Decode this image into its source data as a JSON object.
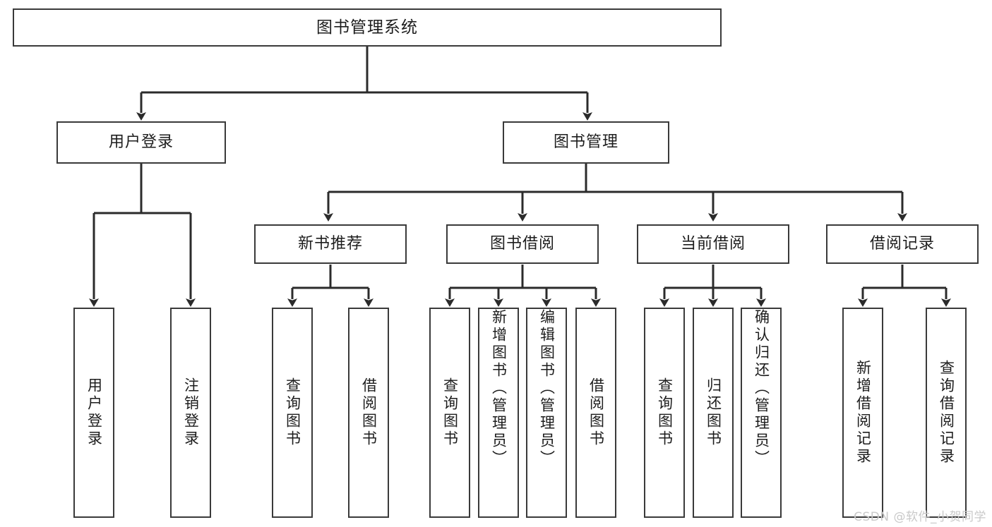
{
  "diagram": {
    "type": "tree-hierarchy-chart",
    "title": "图书管理系统",
    "stroke_color": "#3a3a3a",
    "background_color": "#ffffff",
    "text_color": "#1d1d1d",
    "levels": [
      {
        "level": 0,
        "nodes": [
          {
            "id": "root",
            "label": "图书管理系统",
            "orientation": "horizontal"
          }
        ]
      },
      {
        "level": 1,
        "nodes": [
          {
            "id": "login",
            "label": "用户登录",
            "orientation": "horizontal"
          },
          {
            "id": "bookmgmt",
            "label": "图书管理",
            "orientation": "horizontal"
          }
        ]
      },
      {
        "level": 2,
        "nodes": [
          {
            "id": "newbook",
            "label": "新书推荐",
            "orientation": "horizontal"
          },
          {
            "id": "borrow",
            "label": "图书借阅",
            "orientation": "horizontal"
          },
          {
            "id": "current",
            "label": "当前借阅",
            "orientation": "horizontal"
          },
          {
            "id": "records",
            "label": "借阅记录",
            "orientation": "horizontal"
          }
        ]
      },
      {
        "level": 3,
        "nodes": [
          {
            "id": "leaf-1",
            "label": "用户登录",
            "orientation": "vertical",
            "parent": "login"
          },
          {
            "id": "leaf-2",
            "label": "注销登录",
            "orientation": "vertical",
            "parent": "login"
          },
          {
            "id": "leaf-3",
            "label": "查询图书",
            "orientation": "vertical",
            "parent": "newbook"
          },
          {
            "id": "leaf-4",
            "label": "借阅图书",
            "orientation": "vertical",
            "parent": "newbook"
          },
          {
            "id": "leaf-5",
            "label": "查询图书",
            "orientation": "vertical",
            "parent": "borrow"
          },
          {
            "id": "leaf-6",
            "label": "新增图书（管理员）",
            "orientation": "vertical",
            "parent": "borrow"
          },
          {
            "id": "leaf-7",
            "label": "编辑图书（管理员）",
            "orientation": "vertical",
            "parent": "borrow"
          },
          {
            "id": "leaf-8",
            "label": "借阅图书",
            "orientation": "vertical",
            "parent": "borrow"
          },
          {
            "id": "leaf-9",
            "label": "查询图书",
            "orientation": "vertical",
            "parent": "current"
          },
          {
            "id": "leaf-10",
            "label": "归还图书",
            "orientation": "vertical",
            "parent": "current"
          },
          {
            "id": "leaf-11",
            "label": "确认归还（管理员）",
            "orientation": "vertical",
            "parent": "current"
          },
          {
            "id": "leaf-12",
            "label": "新增借阅记录",
            "orientation": "vertical",
            "parent": "records"
          },
          {
            "id": "leaf-13",
            "label": "查询借阅记录",
            "orientation": "vertical",
            "parent": "records"
          }
        ]
      }
    ]
  },
  "watermark": {
    "text": "CSDN @软件_小贺同学",
    "color": "#c9c9c9"
  }
}
